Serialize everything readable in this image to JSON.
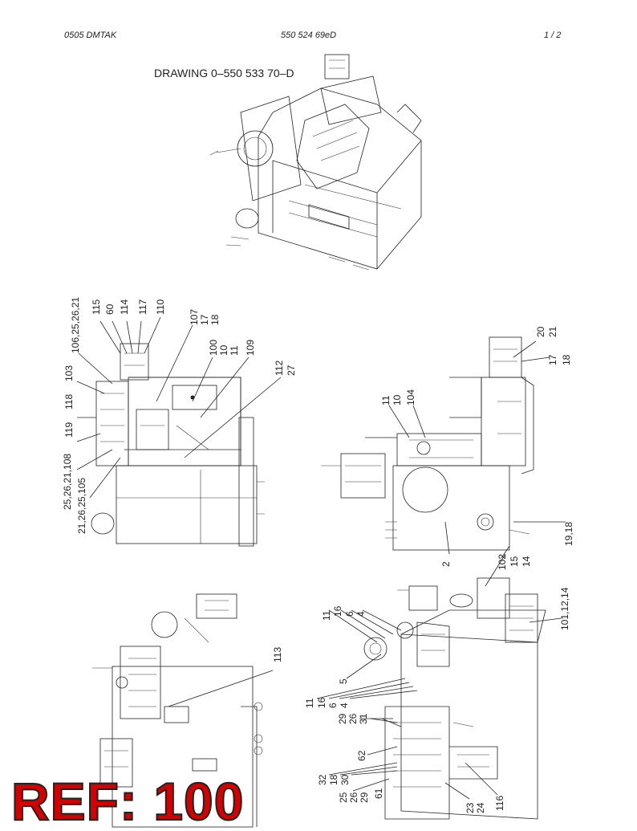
{
  "header": {
    "left": "0505 DMTAK",
    "center": "550 524 69eD",
    "right": "1 /   2"
  },
  "drawing_title": "DRAWING 0–550 533 70–D",
  "ref_badge": "REF: 100",
  "views": {
    "side_left_labels": [
      "106,25,26,21",
      "115",
      "60",
      "114",
      "117",
      "110",
      "107",
      "17",
      "18",
      "100",
      "10",
      "11",
      "109",
      "112",
      "27",
      "103",
      "118",
      "119",
      "25,26,21,108",
      "21,26,25,105"
    ],
    "front_labels": [
      "11",
      "10",
      "104",
      "20",
      "21",
      "17",
      "18",
      "19,18",
      "2",
      "102",
      "15",
      "14"
    ],
    "bottom_left_labels": [
      "113"
    ],
    "bottom_right_labels": [
      "11",
      "16",
      "6",
      "4",
      "5",
      "11",
      "16",
      "6",
      "4",
      "29",
      "26",
      "31",
      "62",
      "32",
      "18",
      "30",
      "25",
      "26",
      "29",
      "61",
      "23",
      "24",
      "116",
      "101,12,14"
    ]
  }
}
